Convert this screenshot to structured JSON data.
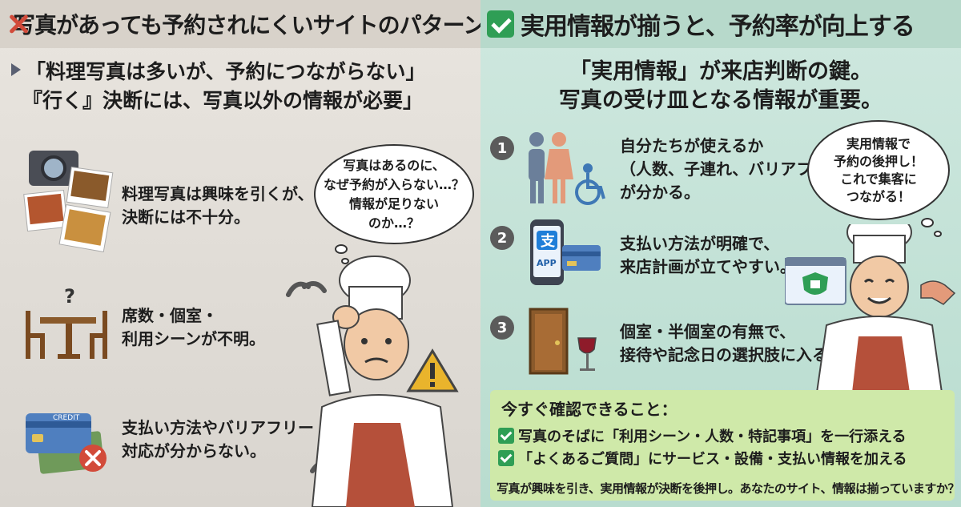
{
  "left": {
    "title": "写真があっても予約されにくいサイトのパターン",
    "lead_line1": "「料理写真は多いが、予約につながらない」",
    "lead_line2": "『行く』決断には、写真以外の情報が必要」",
    "items": [
      {
        "line1": "料理写真は興味を引くが、",
        "line2": "決断には不十分。",
        "icon": "food-photos-icon"
      },
      {
        "line1": "席数・個室・",
        "line2": "利用シーンが不明。",
        "icon": "table-chairs-icon"
      },
      {
        "line1": "支払い方法やバリアフリー",
        "line2": "対応が分からない。",
        "icon": "credit-card-icon"
      }
    ],
    "thought_line1": "写真はあるのに、",
    "thought_line2": "なぜ予約が入らない…？",
    "thought_line3": "情報が足りない",
    "thought_line4": "のか…？",
    "credit_label": "CREDIT",
    "question_mark": "?"
  },
  "right": {
    "title": "実用情報が揃うと、予約率が向上する",
    "lead_line1": "「実用情報」が来店判断の鍵。",
    "lead_line2": "写真の受け皿となる情報が重要。",
    "items": [
      {
        "num": "1",
        "line1": "自分たちが使えるか",
        "line2": "（人数、子連れ、バリアフリー）",
        "line3": "が分かる。"
      },
      {
        "num": "2",
        "line1": "支払い方法が明確で、",
        "line2": "来店計画が立てやすい。"
      },
      {
        "num": "3",
        "line1": "個室・半個室の有無で、",
        "line2": "接待や記念日の選択肢に入る"
      }
    ],
    "thought_line1": "実用情報で",
    "thought_line2": "予約の後押し！",
    "thought_line3": "これで集客に",
    "thought_line4": "つながる！",
    "app_label": "APP",
    "app_glyph": "支"
  },
  "confirm": {
    "title": "今すぐ確認できること：",
    "items": [
      "写真のそばに「利用シーン・人数・特記事項」を一行添える",
      "「よくあるご質問」にサービス・設備・支払い情報を加える"
    ],
    "footer": "写真が興味を引き、実用情報が決断を後押し。あなたのサイト、情報は揃っていますか？"
  },
  "colors": {
    "accent_red": "#d24b3a",
    "accent_green": "#2f9e55",
    "apron": "#b5503a"
  }
}
